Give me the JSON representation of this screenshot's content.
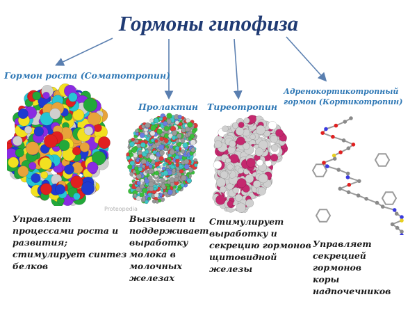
{
  "title": "Гормоны гипофиза",
  "hormones": [
    {
      "name": "Гормон роста (Соматотропин)",
      "description_lines": [
        "Управляет",
        "процессами роста и",
        "развития;",
        "стимулирует синтез",
        "белков"
      ],
      "icon": "protein-spacefill-multicolor",
      "colors": [
        "#1f3bd1",
        "#e02020",
        "#22a83a",
        "#f2e020",
        "#26c6d4",
        "#e8a33a",
        "#cfcfcf",
        "#8a2be2"
      ]
    },
    {
      "name": "Пролактин",
      "description_lines": [
        "Вызывает и",
        "поддерживает",
        "выработку",
        "молока в",
        "молочных",
        "железах"
      ],
      "icon": "protein-atoms-cpk",
      "colors": [
        "#3bbf3b",
        "#3fc6c6",
        "#9a9a9a",
        "#e03a3a",
        "#6a7fe0",
        "#e0e0e0"
      ]
    },
    {
      "name": "Тиреотропин",
      "description_lines": [
        "Стимулирует",
        "выработку и",
        "секрецию гормонов",
        "щитовидной",
        "железы"
      ],
      "icon": "protein-spacefill-magenta",
      "colors": [
        "#d0d0d0",
        "#c4286e",
        "#ffffff"
      ]
    },
    {
      "name_lines": [
        "Адренокортикотропный",
        "гормон (Кортикотропин)"
      ],
      "description_lines": [
        "Управляет",
        "секрецией гормонов",
        "коры надпочечников"
      ],
      "icon": "ball-and-stick-molecule",
      "colors": [
        "#8a8a8a",
        "#e02020",
        "#3a3ae0",
        "#e8d020",
        "#ffffff"
      ]
    }
  ],
  "image_credit": "Proteopedia"
}
